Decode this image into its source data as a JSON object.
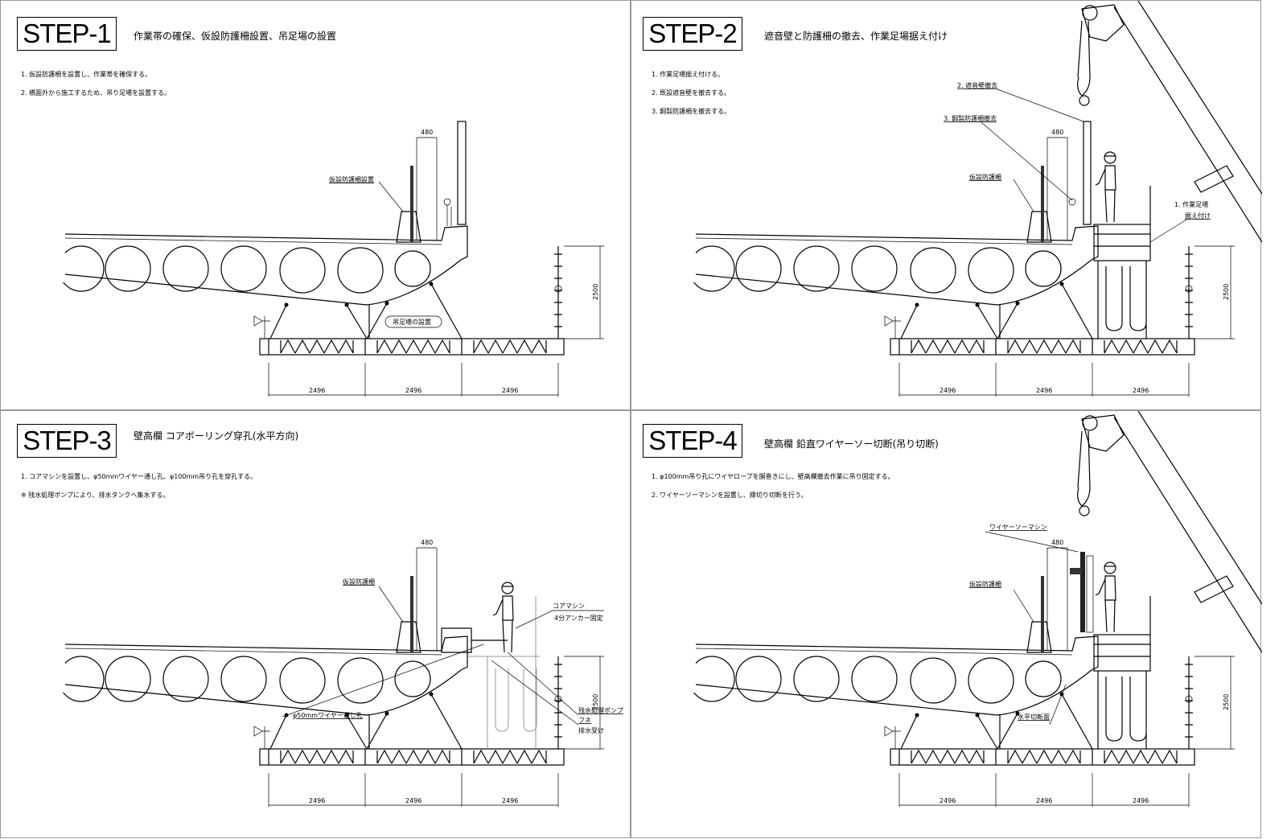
{
  "steps": [
    {
      "label": "STEP-1",
      "title": "作業帯の確保、仮設防護柵設置、吊足場の設置",
      "notes": [
        "1. 仮設防護柵を設置し、作業帯を確保する。",
        "2. 橋面外から施工するため、吊り足場を設置する。"
      ],
      "callouts": [
        "仮設防護柵設置",
        "吊足場の設置"
      ]
    },
    {
      "label": "STEP-2",
      "title": "遮音壁と防護柵の撤去、作業足場据え付け",
      "notes": [
        "1. 作業足場据え付ける。",
        "2. 既設遮音壁を撤去する。",
        "3. 鋼製防護柵を撤去する。"
      ],
      "callouts": [
        "2. 遮音壁撤去",
        "3. 鋼製防護柵撤去",
        "仮設防護柵",
        "1. 作業足場",
        "据え付け"
      ]
    },
    {
      "label": "STEP-3",
      "title": "壁高欄 コアボーリング穿孔(水平方向)",
      "notes": [
        "1. コアマシンを設置し、φ50mmワイヤー通し孔、φ100mm吊り孔を穿孔する。",
        "※ 残水処理ポンプにより、排水タンクへ集水する。"
      ],
      "callouts": [
        "仮設防護柵",
        "コアマシン",
        "4分アンカー固定",
        "残水処理ポンプ",
        "フネ",
        "排水受け",
        "φ50mmワイヤー通し孔"
      ]
    },
    {
      "label": "STEP-4",
      "title": "壁高欄 鉛直ワイヤーソー切断(吊り切断)",
      "notes": [
        "1. φ100mm吊り孔にワイヤロープを胴巻きにし、壁高欄撤去作業に吊り固定する。",
        "2. ワイヤーソーマシンを設置し、縁切り切断を行う。"
      ],
      "callouts": [
        "ワイヤーソーマシン",
        "仮設防護柵",
        "水平切断面"
      ]
    }
  ],
  "dimensions": {
    "barrier_gap": "480",
    "span": "2496",
    "height": "2500"
  }
}
